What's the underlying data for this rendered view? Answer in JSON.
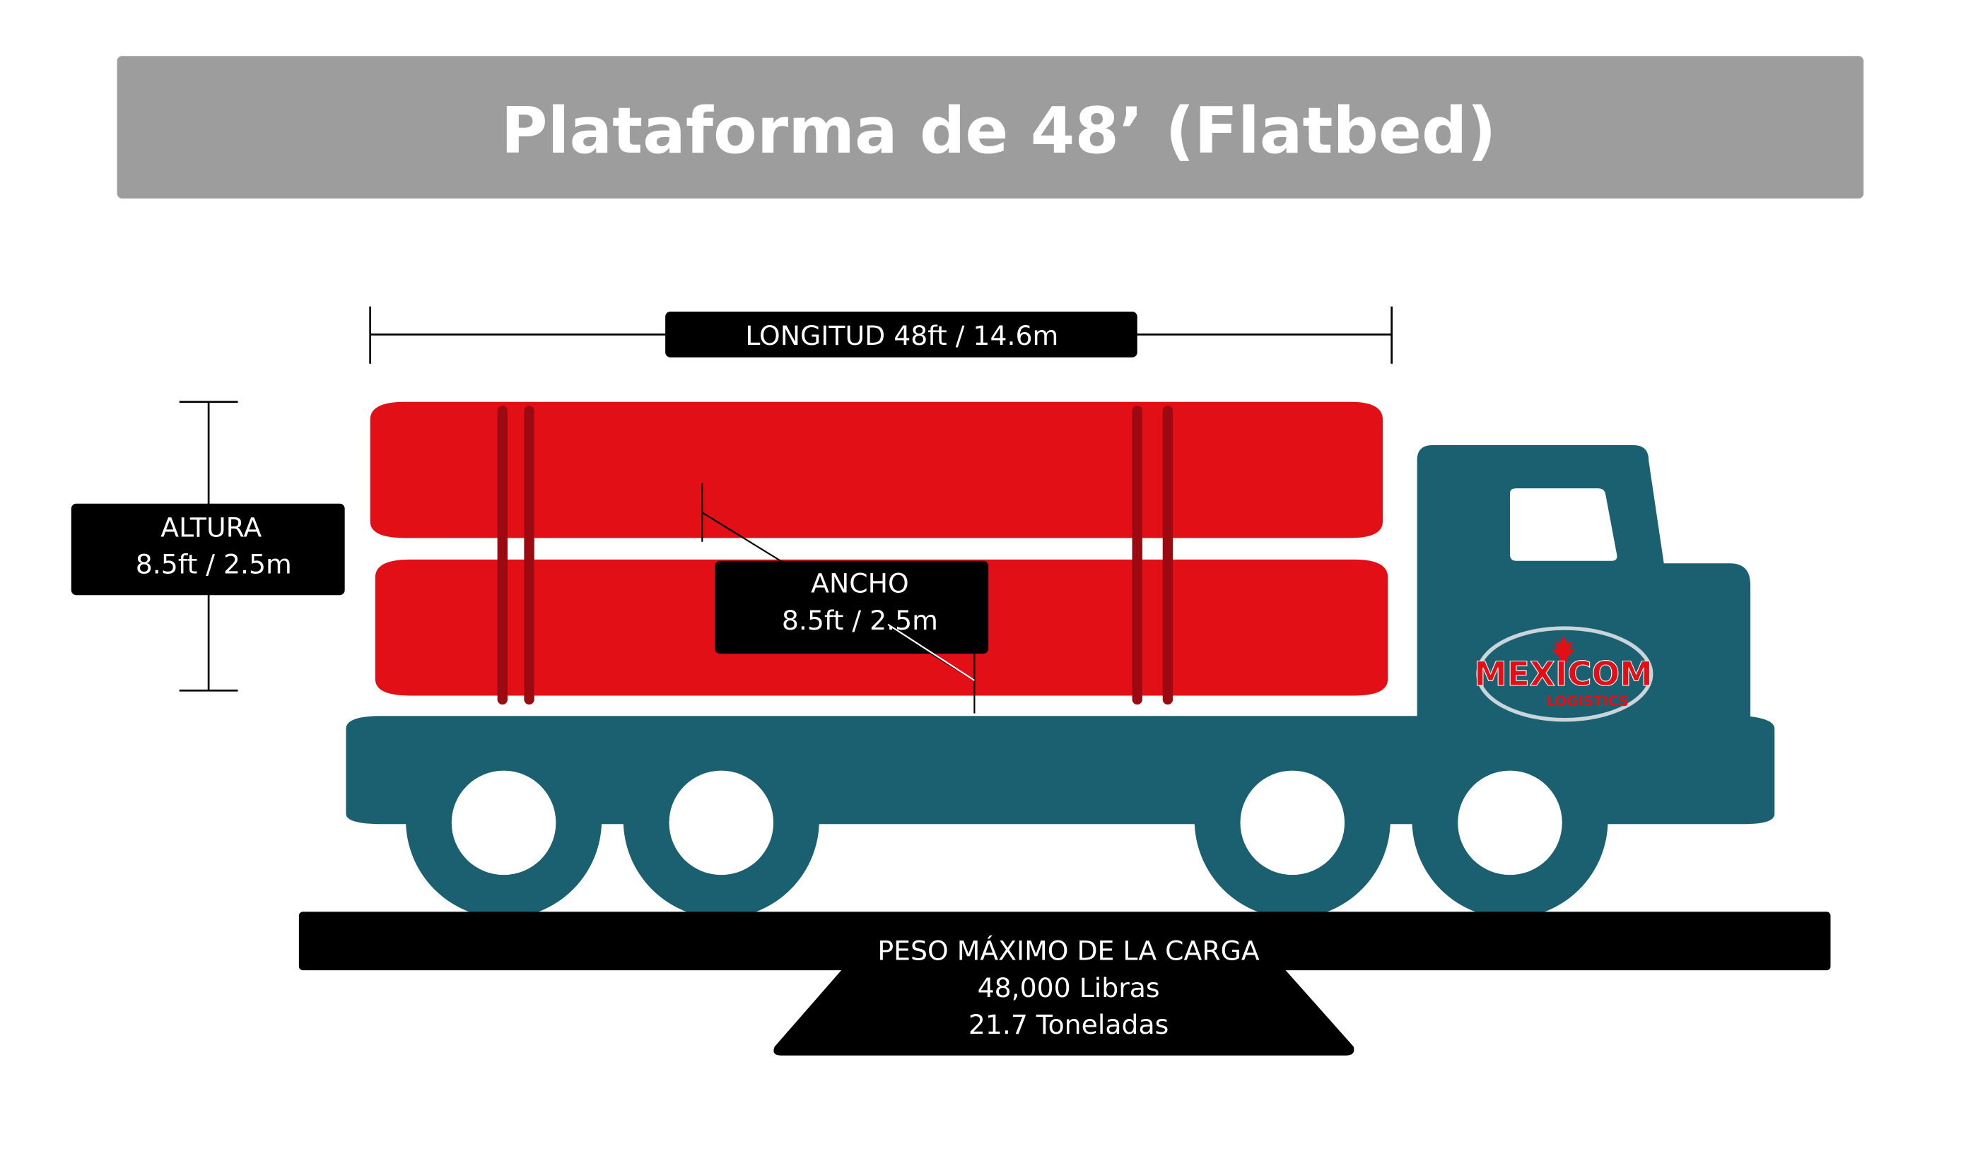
{
  "title": "Plataforma de 48’ (Flatbed)",
  "dimensions": {
    "length_label": "LONGITUD 48ft / 14.6m",
    "height_label_line1": "ALTURA",
    "height_label_line2": "8.5ft / 2.5m",
    "width_label_line1": "ANCHO",
    "width_label_line2": "8.5ft / 2.5m"
  },
  "weight": {
    "line1": "PESO MÁXIMO DE LA CARGA",
    "line2": "48,000 Libras",
    "line3": "21.7 Toneladas"
  },
  "logo": {
    "name": "MEXICOM",
    "subtitle": "LOGISTICS",
    "icon": "maple-leaf-icon"
  },
  "colors": {
    "title_bar": "#9d9d9d",
    "truck": "#1a6070",
    "cargo": "#e30f17",
    "strap": "#9b0a10",
    "label_bg": "#000000",
    "label_text": "#ffffff"
  }
}
